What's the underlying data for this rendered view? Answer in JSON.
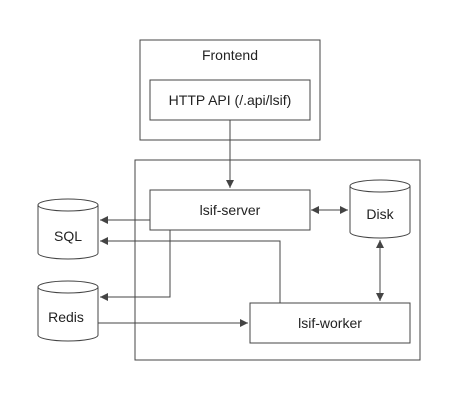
{
  "diagram": {
    "frontend": {
      "title": "Frontend",
      "api": "HTTP API (/.api/lsif)"
    },
    "backend": {
      "server": "lsif-server",
      "worker": "lsif-worker",
      "disk": "Disk"
    },
    "stores": {
      "sql": "SQL",
      "redis": "Redis"
    }
  }
}
